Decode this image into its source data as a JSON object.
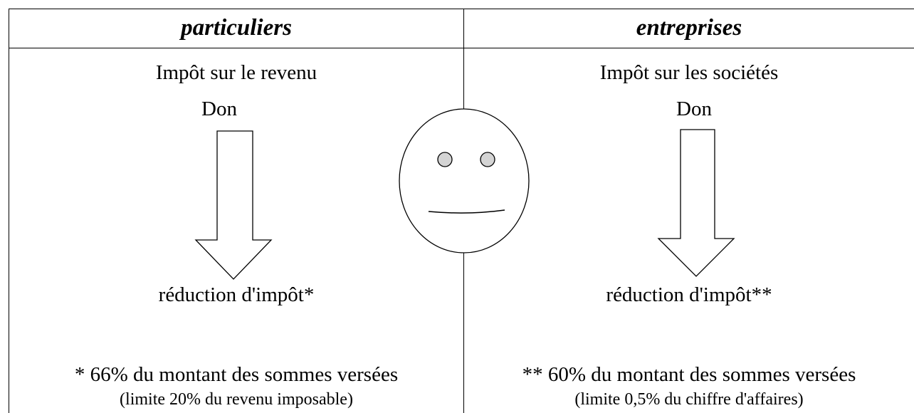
{
  "left": {
    "header": "particuliers",
    "tax_type": "Impôt sur le revenu",
    "don": "Don",
    "result": "réduction d'impôt*",
    "footnote": "* 66% du montant des sommes versées",
    "limit": "(limite 20% du revenu imposable)"
  },
  "right": {
    "header": "entreprises",
    "tax_type": "Impôt sur les sociétés",
    "don": "Don",
    "result": "réduction d'impôt**",
    "footnote": "** 60% du montant des sommes versées",
    "limit": "(limite 0,5% du chiffre d'affaires)"
  },
  "colors": {
    "lines": "#000000",
    "eye_fill": "#d4d4d4"
  },
  "icons": {
    "center": "neutral-face-icon",
    "left_arrow": "down-arrow-icon",
    "right_arrow": "down-arrow-icon"
  }
}
